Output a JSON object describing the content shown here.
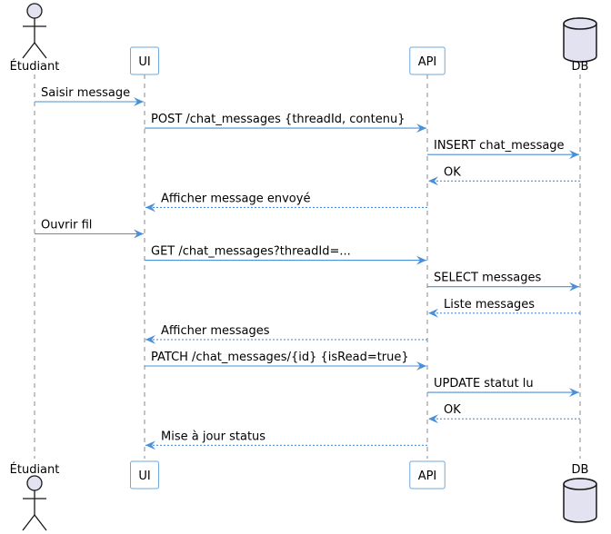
{
  "diagram": {
    "type": "sequence",
    "colors": {
      "arrow": "#4a90d9",
      "participant_border": "#6fa8dc",
      "figure_fill": "#e2e2f0",
      "lifeline": "#888888"
    },
    "participants": [
      {
        "id": "etudiant",
        "label": "Étudiant",
        "kind": "actor"
      },
      {
        "id": "ui",
        "label": "UI",
        "kind": "participant"
      },
      {
        "id": "api",
        "label": "API",
        "kind": "participant"
      },
      {
        "id": "db",
        "label": "DB",
        "kind": "database"
      }
    ],
    "messages": [
      {
        "from": "etudiant",
        "to": "ui",
        "label": "Saisir message",
        "style": "solid"
      },
      {
        "from": "ui",
        "to": "api",
        "label": "POST /chat_messages {threadId, contenu}",
        "style": "solid"
      },
      {
        "from": "api",
        "to": "db",
        "label": "INSERT chat_message",
        "style": "solid"
      },
      {
        "from": "db",
        "to": "api",
        "label": "OK",
        "style": "dashed"
      },
      {
        "from": "api",
        "to": "ui",
        "label": "Afficher message envoyé",
        "style": "dashed"
      },
      {
        "from": "etudiant",
        "to": "ui",
        "label": "Ouvrir fil",
        "style": "solid"
      },
      {
        "from": "ui",
        "to": "api",
        "label": "GET /chat_messages?threadId=...",
        "style": "solid"
      },
      {
        "from": "api",
        "to": "db",
        "label": "SELECT messages",
        "style": "solid"
      },
      {
        "from": "db",
        "to": "api",
        "label": "Liste messages",
        "style": "dashed"
      },
      {
        "from": "api",
        "to": "ui",
        "label": "Afficher messages",
        "style": "dashed"
      },
      {
        "from": "ui",
        "to": "api",
        "label": "PATCH /chat_messages/{id} {isRead=true}",
        "style": "solid"
      },
      {
        "from": "api",
        "to": "db",
        "label": "UPDATE statut lu",
        "style": "solid"
      },
      {
        "from": "db",
        "to": "api",
        "label": "OK",
        "style": "dashed"
      },
      {
        "from": "api",
        "to": "ui",
        "label": "Mise à jour status",
        "style": "dashed"
      }
    ]
  }
}
